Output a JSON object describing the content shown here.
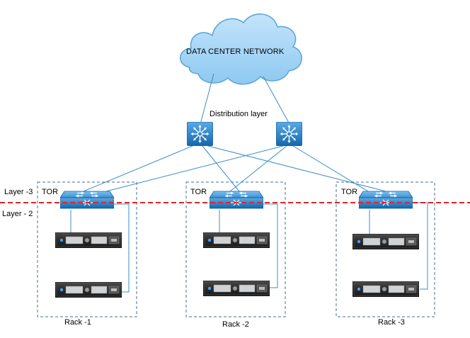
{
  "diagram": {
    "cloud_label": "DATA CENTER NETWORK",
    "distribution_label": "Distribution layer",
    "layer3_label": "Layer -3",
    "layer2_label": "Layer - 2",
    "racks": [
      {
        "tor_label": "TOR",
        "rack_label": "Rack -1"
      },
      {
        "tor_label": "TOR",
        "rack_label": "Rack -2"
      },
      {
        "tor_label": "TOR",
        "rack_label": "Rack -3"
      }
    ],
    "colors": {
      "cloud_fill": "#a8d6f6",
      "cloud_stroke": "#5fa6d8",
      "device_blue": "#1e7bc4",
      "link_line": "#3c8dc7",
      "layer_divider": "#e0242a",
      "rack_border": "#4a6e8c",
      "server_dark": "#2b2b2b"
    }
  }
}
